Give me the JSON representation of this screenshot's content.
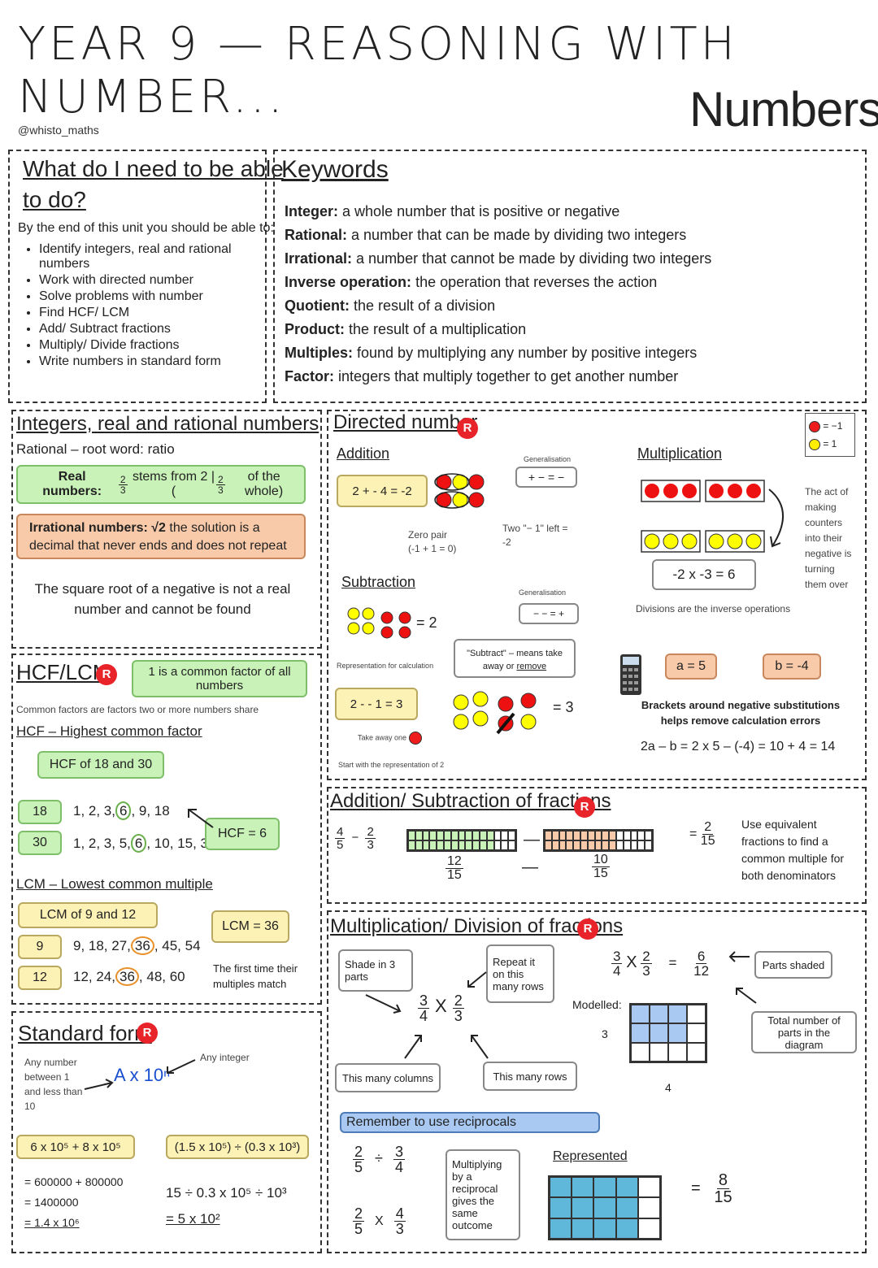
{
  "header": {
    "title": "YEAR 9 — REASONING WITH NUMBER...",
    "subtitle": "Numbers",
    "handle": "@whisto_maths"
  },
  "todo": {
    "heading_1": "What do I need to be able",
    "heading_2": "to do?",
    "intro": "By the end of this unit you should be able to:",
    "items": [
      "Identify integers, real and rational numbers",
      "Work with directed number",
      "Solve problems with number",
      "Find HCF/ LCM",
      "Add/ Subtract fractions",
      "Multiply/ Divide fractions",
      "Write numbers in standard form"
    ]
  },
  "keywords": {
    "heading": "Keywords",
    "items": [
      {
        "term": "Integer:",
        "def": "a whole number that is positive or negative"
      },
      {
        "term": "Rational:",
        "def": "a number that can be made by dividing two integers"
      },
      {
        "term": "Irrational:",
        "def": "a number that cannot be made by dividing two integers"
      },
      {
        "term": "Inverse operation:",
        "def": "the operation that reverses the action"
      },
      {
        "term": "Quotient:",
        "def": "the result of a division"
      },
      {
        "term": "Product:",
        "def": "the result of a multiplication"
      },
      {
        "term": "Multiples:",
        "def": "found by multiplying any number by positive integers"
      },
      {
        "term": "Factor:",
        "def": "integers that multiply together to get another number"
      }
    ]
  },
  "integers": {
    "heading": "Integers, real and rational numbers",
    "rational": "Rational – root word: ratio",
    "real_label": "Real numbers:",
    "real_num": "2",
    "real_den": "3",
    "real_text": "stems from 2 | (",
    "real_text2": "of the whole)",
    "irrational_label": "Irrational numbers:",
    "irrational_sym": "√2",
    "irrational_text": "the solution is a decimal that never ends and does not repeat",
    "note": "The square root of a negative is not a real number and cannot be found"
  },
  "hcf": {
    "heading": "HCF/LCM",
    "note_box": "1 is a common factor of all numbers",
    "common": "Common factors are factors two or more numbers share",
    "hcf_title": "HCF – Highest common factor",
    "hcf_example": "HCF of 18 and 30",
    "row1_num": "18",
    "row1_a": "1, 2, 3,",
    "row1_ring": "6",
    "row1_b": ", 9, 18",
    "row2_num": "30",
    "row2_a": "1, 2, 3, 5,",
    "row2_ring": "6",
    "row2_b": ", 10, 15, 30",
    "hcf_result": "HCF = 6",
    "lcm_title": "LCM – Lowest common multiple",
    "lcm_example": "LCM of 9 and 12",
    "lcm_result": "LCM = 36",
    "row3_num": "9",
    "row3_a": "9, 18, 27,",
    "row3_ring": "36",
    "row3_b": ", 45, 54",
    "row4_num": "12",
    "row4_a": "12, 24,",
    "row4_ring": "36",
    "row4_b": ", 48, 60",
    "lcm_note": "The first time their multiples match"
  },
  "standard": {
    "heading": "Standard form",
    "left_note": "Any number between 1 and less than 10",
    "formula": "A x 10ⁿ",
    "right_note": "Any integer",
    "ex1": "6 x 10⁵ + 8 x 10⁵",
    "ex1_l1": "= 600000 + 800000",
    "ex1_l2": "= 1400000",
    "ex1_l3": "= 1.4 x 10⁶",
    "ex2": "(1.5 x 10⁵) ÷ (0.3 x 10³)",
    "ex2_l1": "15 ÷ 0.3   x  10⁵ ÷ 10³",
    "ex2_l2": "= 5 x 10²"
  },
  "directed": {
    "heading": "Directed number",
    "legend_red": "= −1",
    "legend_yellow": "= 1",
    "addition": "Addition",
    "add_sum": "2 + - 4 = -2",
    "zero_pair": "Zero pair (-1 + 1 = 0)",
    "generalisation": "Generalisation",
    "gen1": "+ − = −",
    "two_left": "Two \"− 1\" left = -2",
    "subtraction": "Subtraction",
    "eq_2": "= 2",
    "rep_calc": "Representation for calculation",
    "gen2": "− − = +",
    "subtract_means_1": "\"Subtract\" – means take",
    "subtract_means_2": "away or",
    "subtract_means_3": "remove",
    "sub_sum": "2 - - 1 = 3",
    "take_away": "Take away one",
    "start_with": "Start with the representation of 2",
    "eq_3": "= 3",
    "multiplication": "Multiplication",
    "act_note": "The act of making counters into their negative is turning them over",
    "mult_sum": "-2 x -3 = 6",
    "divisions": "Divisions are the inverse operations",
    "a_val": "a = 5",
    "b_val": "b = -4",
    "brackets_note": "Brackets around negative substitutions helps remove calculation errors",
    "sub_line": "2a – b = 2 x 5 – (-4)  = 10 + 4  = 14"
  },
  "addfrac": {
    "heading": "Addition/ Subtraction of fractions",
    "f1_n": "4",
    "f1_d": "5",
    "f2_n": "2",
    "f2_d": "3",
    "a_n": "12",
    "a_d": "15",
    "b_n": "10",
    "b_d": "15",
    "r_n": "2",
    "r_d": "15",
    "note": "Use equivalent fractions to find a common multiple for both denominators"
  },
  "multfrac": {
    "heading": "Multiplication/ Division of fractions",
    "shade": "Shade in 3 parts",
    "repeat": "Repeat it on this many rows",
    "cols": "This many columns",
    "rows": "This many rows",
    "f1_n": "3",
    "f1_d": "4",
    "f2_n": "2",
    "f2_d": "3",
    "res_n": "6",
    "res_d": "12",
    "parts_shaded": "Parts shaded",
    "total_parts": "Total number of parts in the diagram",
    "modelled": "Modelled:",
    "side_3": "3",
    "side_4": "4",
    "reciprocals": "Remember to use reciprocals",
    "d1_n": "2",
    "d1_d": "5",
    "d2_n": "3",
    "d2_d": "4",
    "d3_n": "2",
    "d3_d": "5",
    "d4_n": "4",
    "d4_d": "3",
    "recip_note": "Multiplying by a reciprocal gives the same outcome",
    "represented": "Represented",
    "ans_n": "8",
    "ans_d": "15"
  }
}
